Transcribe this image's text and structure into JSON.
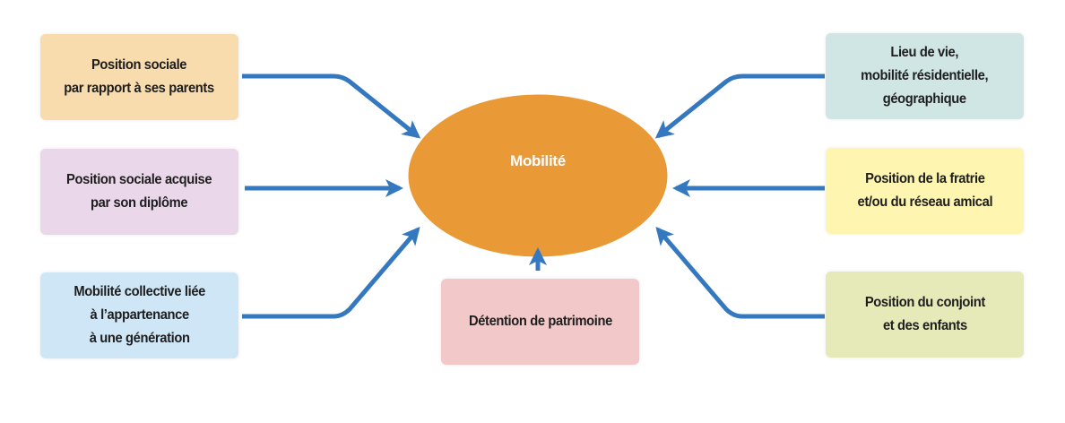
{
  "center": {
    "label": "Mobilité",
    "color": "#e99a37"
  },
  "arrow_color": "#3478c0",
  "factors": [
    {
      "label": "Position sociale\npar rapport à ses parents",
      "color": "#f8dcae"
    },
    {
      "label": "Position sociale acquise\npar son diplôme",
      "color": "#ead7ea"
    },
    {
      "label": "Mobilité collective liée\nà l’appartenance\nà une génération",
      "color": "#cfe6f6"
    },
    {
      "label": "Détention de patrimoine",
      "color": "#f2c9c8"
    },
    {
      "label": "Lieu de vie,\nmobilité résidentielle,\ngéographique",
      "color": "#cfe6e4"
    },
    {
      "label": "Position de la fratrie\net/ou du réseau amical",
      "color": "#fdf5b0"
    },
    {
      "label": "Position du conjoint\net des enfants",
      "color": "#e5eab8"
    }
  ]
}
